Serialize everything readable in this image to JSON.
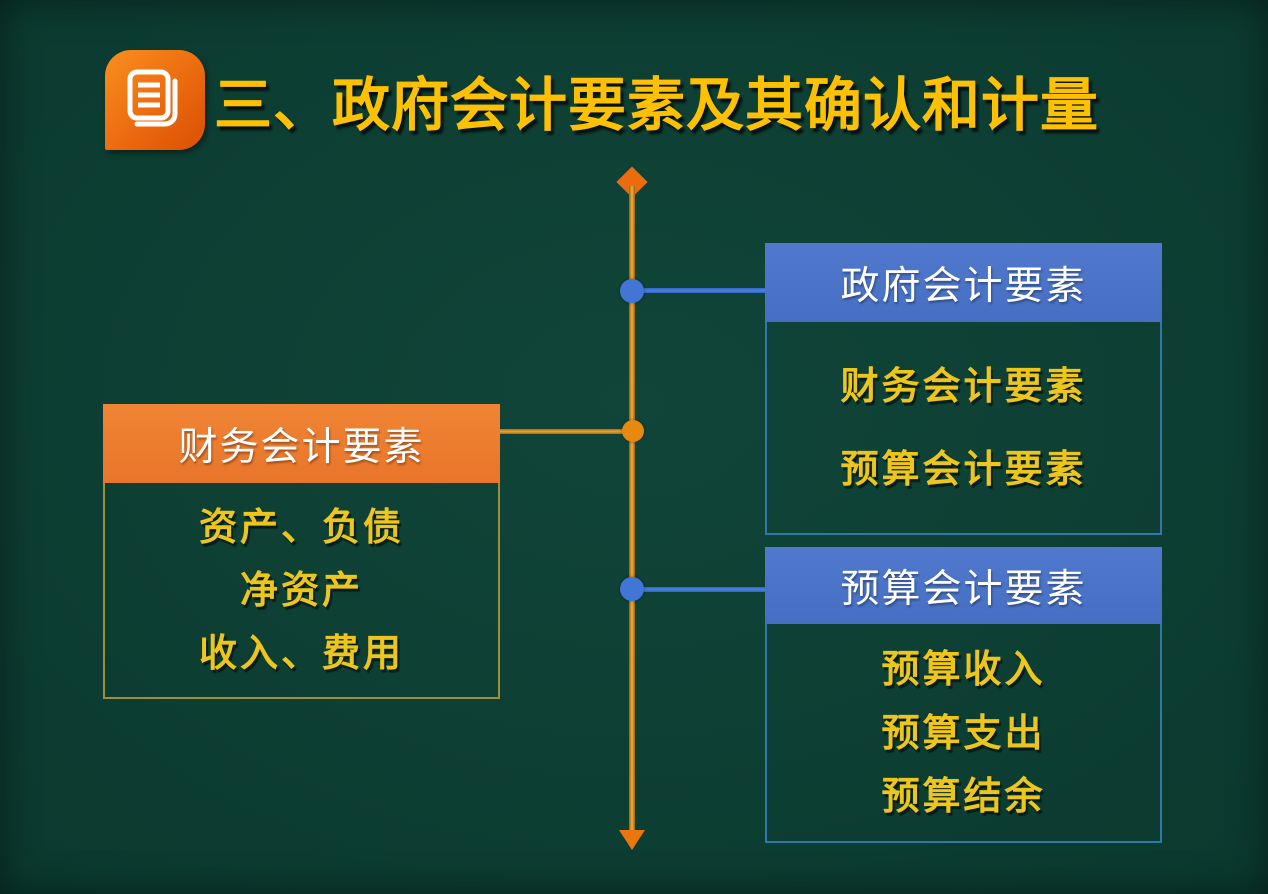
{
  "slide": {
    "title": "三、政府会计要素及其确认和计量"
  },
  "boxes": {
    "left": {
      "header": "财务会计要素",
      "items": [
        "资产、负债",
        "净资产",
        "收入、费用"
      ]
    },
    "right_top": {
      "header": "政府会计要素",
      "items": [
        "财务会计要素",
        "预算会计要素"
      ]
    },
    "right_bottom": {
      "header": "预算会计要素",
      "items": [
        "预算收入",
        "预算支出",
        "预算结余"
      ]
    }
  },
  "icons": {
    "title_icon": "document-stack-icon"
  },
  "colors": {
    "background": "#0B3A2F",
    "title_text": "#FEC101",
    "title_icon_orange": "#EC6A0F",
    "orange_header": "#ED7C31",
    "blue_header": "#4B76CB",
    "item_text": "#ECC51D",
    "left_body_border": "#9B8F3C",
    "right_body_border": "#2D7AAA",
    "spine_orange": "#E8890F",
    "connector_blue": "#4176D6"
  }
}
